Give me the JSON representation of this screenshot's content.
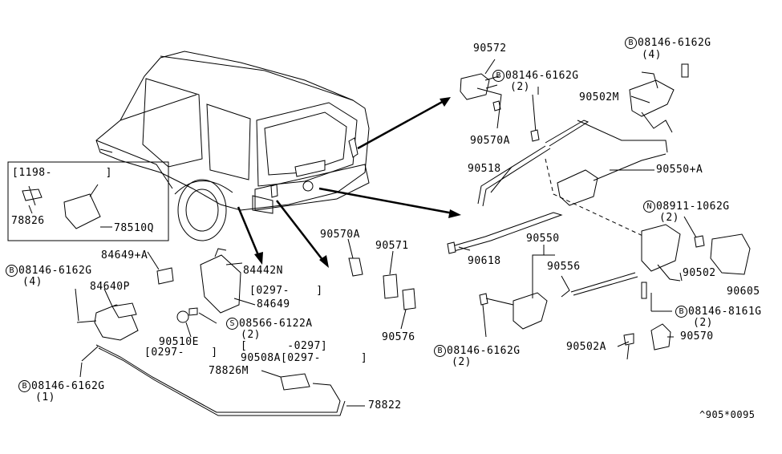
{
  "inset": {
    "date_range": "[1198-        ]",
    "parts": [
      "78826",
      "78510Q"
    ]
  },
  "labels": {
    "p90572": "90572",
    "b_top_right": "08146-6162G",
    "b_top_right_qty": "(4)",
    "b_top_mid": "08146-6162G",
    "b_top_mid_qty": "(2)",
    "p90502M": "90502M",
    "p90570A_top": "90570A",
    "p90518": "90518",
    "p90550A": "90550+A",
    "n_nut": "08911-1062G",
    "n_nut_qty": "(2)",
    "p90570A_mid": "90570A",
    "p90571": "90571",
    "p90550": "90550",
    "p90618": "90618",
    "p90556": "90556",
    "p90502": "90502",
    "p90605": "90605",
    "p84649A": "84649+A",
    "b_left": "08146-6162G",
    "b_left_qty": "(4)",
    "p84640P": "84640P",
    "p84442N": "84442N",
    "d_0297a": "[0297-    ]",
    "p84649": "84649",
    "s_screw": "08566-6122A",
    "s_screw_qty": "(2)",
    "p90510E": "90510E",
    "d_0297b": "[0297-    ]",
    "d_0297c": "[      -0297]",
    "p90508A": "90508A[0297-      ]",
    "p90576": "90576",
    "b_bottom_mid": "08146-6162G",
    "b_bottom_mid_qty": "(2)",
    "b_right_8161": "08146-8161G",
    "b_right_8161_qty": "(2)",
    "p90502A": "90502A",
    "p90570": "90570",
    "p78826M": "78826M",
    "b_bottom_left": "08146-6162G",
    "b_bottom_left_qty": "(1)",
    "p78822": "78822",
    "ref": "^905*0095"
  },
  "symbols": {
    "bolt": "B",
    "nut": "N",
    "screw": "S"
  }
}
